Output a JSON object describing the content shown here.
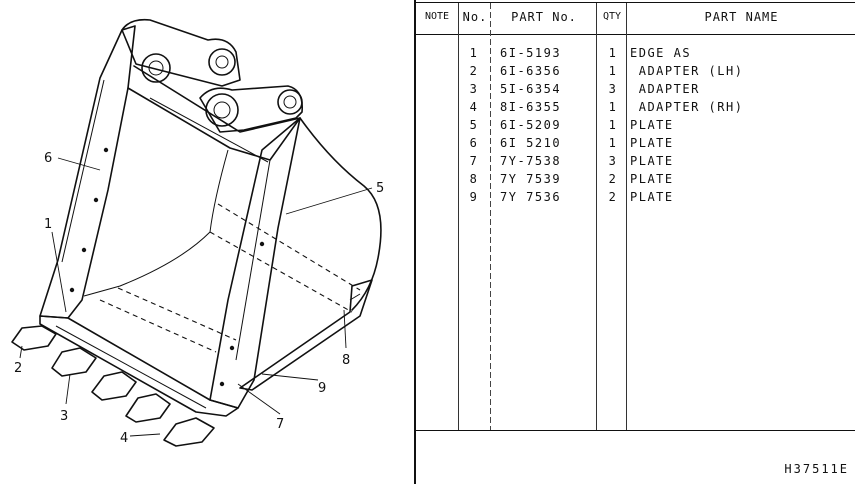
{
  "table": {
    "headers": {
      "note": "NOTE",
      "no": "No.",
      "part_no": "PART No.",
      "qty": "QTY",
      "part_name": "PART NAME"
    },
    "rows": [
      {
        "no": "1",
        "part_no": "6I-5193",
        "qty": "1",
        "name": "EDGE AS"
      },
      {
        "no": "2",
        "part_no": "6I-6356",
        "qty": "1",
        "name": " ADAPTER (LH)"
      },
      {
        "no": "3",
        "part_no": "5I-6354",
        "qty": "3",
        "name": " ADAPTER"
      },
      {
        "no": "4",
        "part_no": "8I-6355",
        "qty": "1",
        "name": " ADAPTER (RH)"
      },
      {
        "no": "5",
        "part_no": "6I-5209",
        "qty": "1",
        "name": "PLATE"
      },
      {
        "no": "6",
        "part_no": "6I 5210",
        "qty": "1",
        "name": "PLATE"
      },
      {
        "no": "7",
        "part_no": "7Y-7538",
        "qty": "3",
        "name": "PLATE"
      },
      {
        "no": "8",
        "part_no": "7Y 7539",
        "qty": "2",
        "name": "PLATE"
      },
      {
        "no": "9",
        "part_no": "7Y 7536",
        "qty": "2",
        "name": "PLATE"
      }
    ]
  },
  "drawing_code": "H37511E",
  "callouts": [
    "1",
    "2",
    "3",
    "4",
    "5",
    "6",
    "7",
    "8",
    "9"
  ]
}
